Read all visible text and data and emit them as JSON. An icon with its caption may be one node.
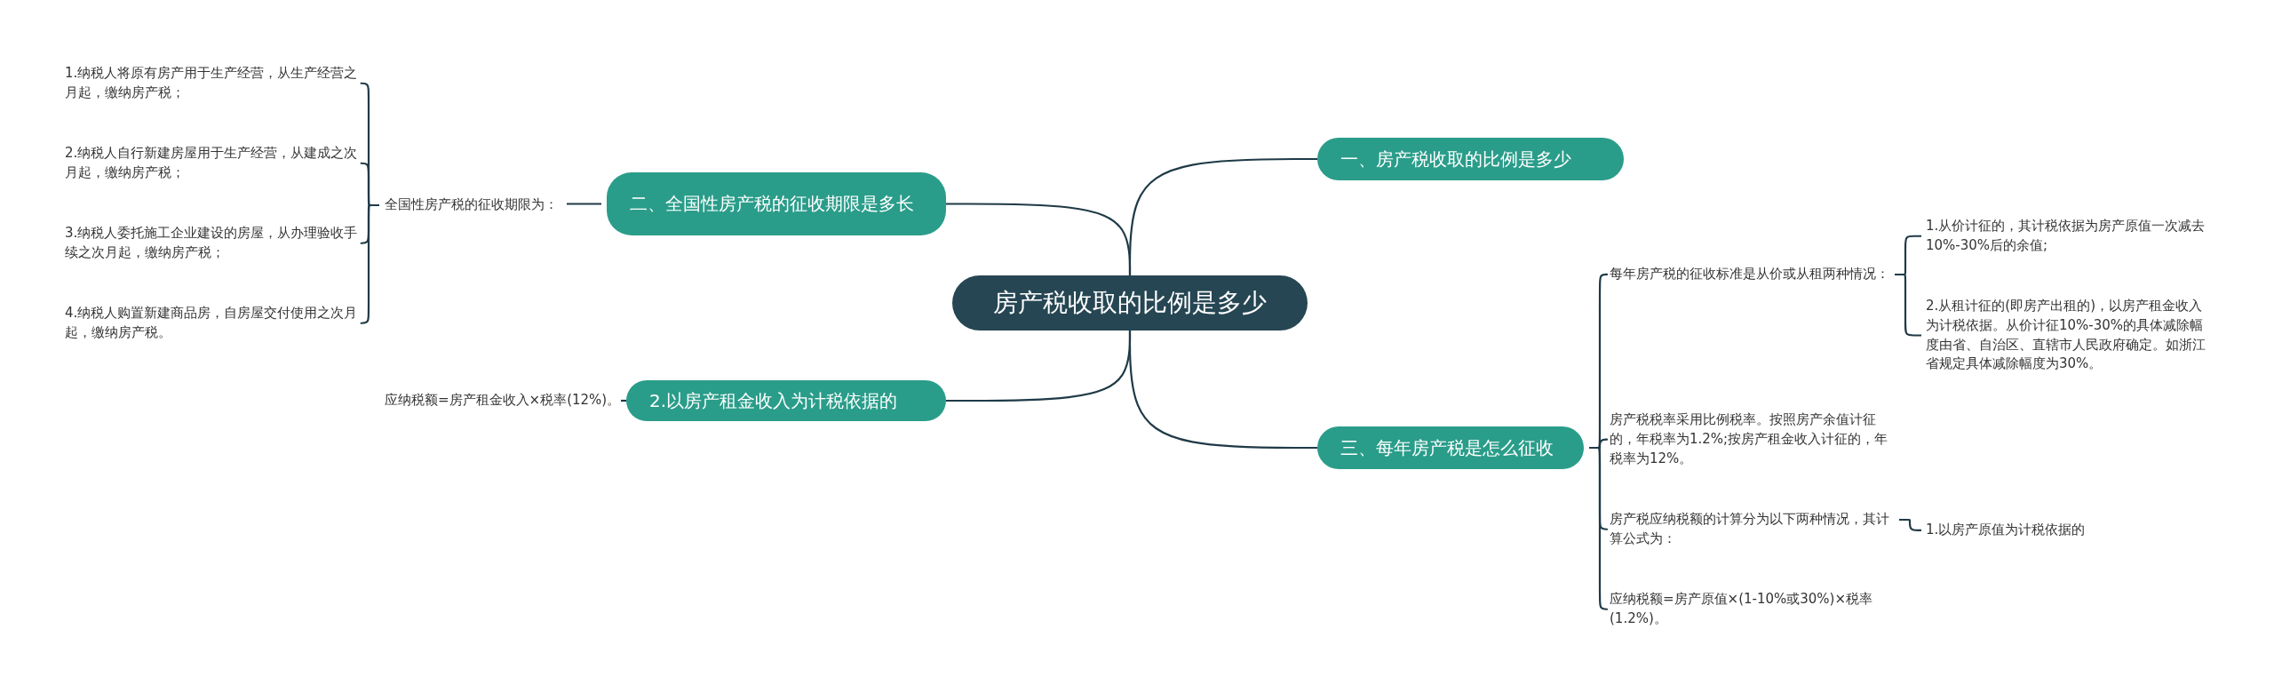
{
  "diagram": {
    "nodes": [
      {
        "text": [
          "房产税收取的比例是多少"
        ]
      },
      {
        "text": [
          "一、房产税收取的比例是多少"
        ]
      },
      {
        "text": [
          "二、全国性房产税的征收期限是多长"
        ]
      },
      {
        "text": [
          "全国性房产税的征收期限为："
        ]
      },
      {
        "text": [
          "1.纳税人将原有房产用于生产经营，从生产经营之月起，缴纳房产税；"
        ]
      },
      {
        "text": [
          "2.纳税人自行新建房屋用于生产经营，从建成之次月起，缴纳房产税；"
        ]
      },
      {
        "text": [
          "3.纳税人委托施工企业建设的房屋，从办理验收手续之次月起，缴纳房产税；"
        ]
      },
      {
        "text": [
          "4.纳税人购置新建商品房，自房屋交付使用之次月起，缴纳房产税。"
        ]
      },
      {
        "text": [
          "2.以房产租金收入为计税依据的"
        ]
      },
      {
        "text": [
          "应纳税额=房产租金收入×税率(12%)。"
        ]
      },
      {
        "text": [
          "三、每年房产税是怎么征收"
        ]
      },
      {
        "text": [
          "每年房产税的征收标准是从价或从租两种情况："
        ]
      },
      {
        "text": [
          "1.从价计征的，其计税依据为房产原值一次减去10%-30%后的余值;"
        ]
      },
      {
        "text": [
          "2.从租计征的(即房产出租的)，以房产租金收入为计税依据。从价计征10%-30%的具体减除幅度由省、自治区、直辖市人民政府确定。如浙江省规定具体减除幅度为30%。"
        ]
      },
      {
        "text": [
          "房产税税率采用比例税率。按照房产余值计征的，年税率为1.2%;按房产租金收入计征的，年税率为12%。"
        ]
      },
      {
        "text": [
          "房产税应纳税额的计算分为以下两种情况，其计算公式为："
        ]
      },
      {
        "text": [
          "1.以房产原值为计税依据的"
        ]
      },
      {
        "text": [
          "应纳税额=房产原值×(1-10%或30%)×税率(1.2%)。"
        ]
      }
    ],
    "edges": [
      {
        "from": 0,
        "to": 1,
        "arrow": "none"
      },
      {
        "from": 0,
        "to": 2,
        "arrow": "none"
      },
      {
        "from": 0,
        "to": 8,
        "arrow": "none"
      },
      {
        "from": 0,
        "to": 10,
        "arrow": "none"
      },
      {
        "from": 2,
        "to": 3,
        "arrow": "none"
      },
      {
        "from": 3,
        "to": 4,
        "arrow": "none"
      },
      {
        "from": 3,
        "to": 5,
        "arrow": "none"
      },
      {
        "from": 3,
        "to": 6,
        "arrow": "none"
      },
      {
        "from": 3,
        "to": 7,
        "arrow": "none"
      },
      {
        "from": 8,
        "to": 9,
        "arrow": "none"
      },
      {
        "from": 10,
        "to": 11,
        "arrow": "none"
      },
      {
        "from": 10,
        "to": 14,
        "arrow": "none"
      },
      {
        "from": 10,
        "to": 15,
        "arrow": "none"
      },
      {
        "from": 10,
        "to": 17,
        "arrow": "none"
      },
      {
        "from": 11,
        "to": 12,
        "arrow": "none"
      },
      {
        "from": 11,
        "to": 13,
        "arrow": "none"
      },
      {
        "from": 15,
        "to": 16,
        "arrow": "none"
      }
    ]
  }
}
